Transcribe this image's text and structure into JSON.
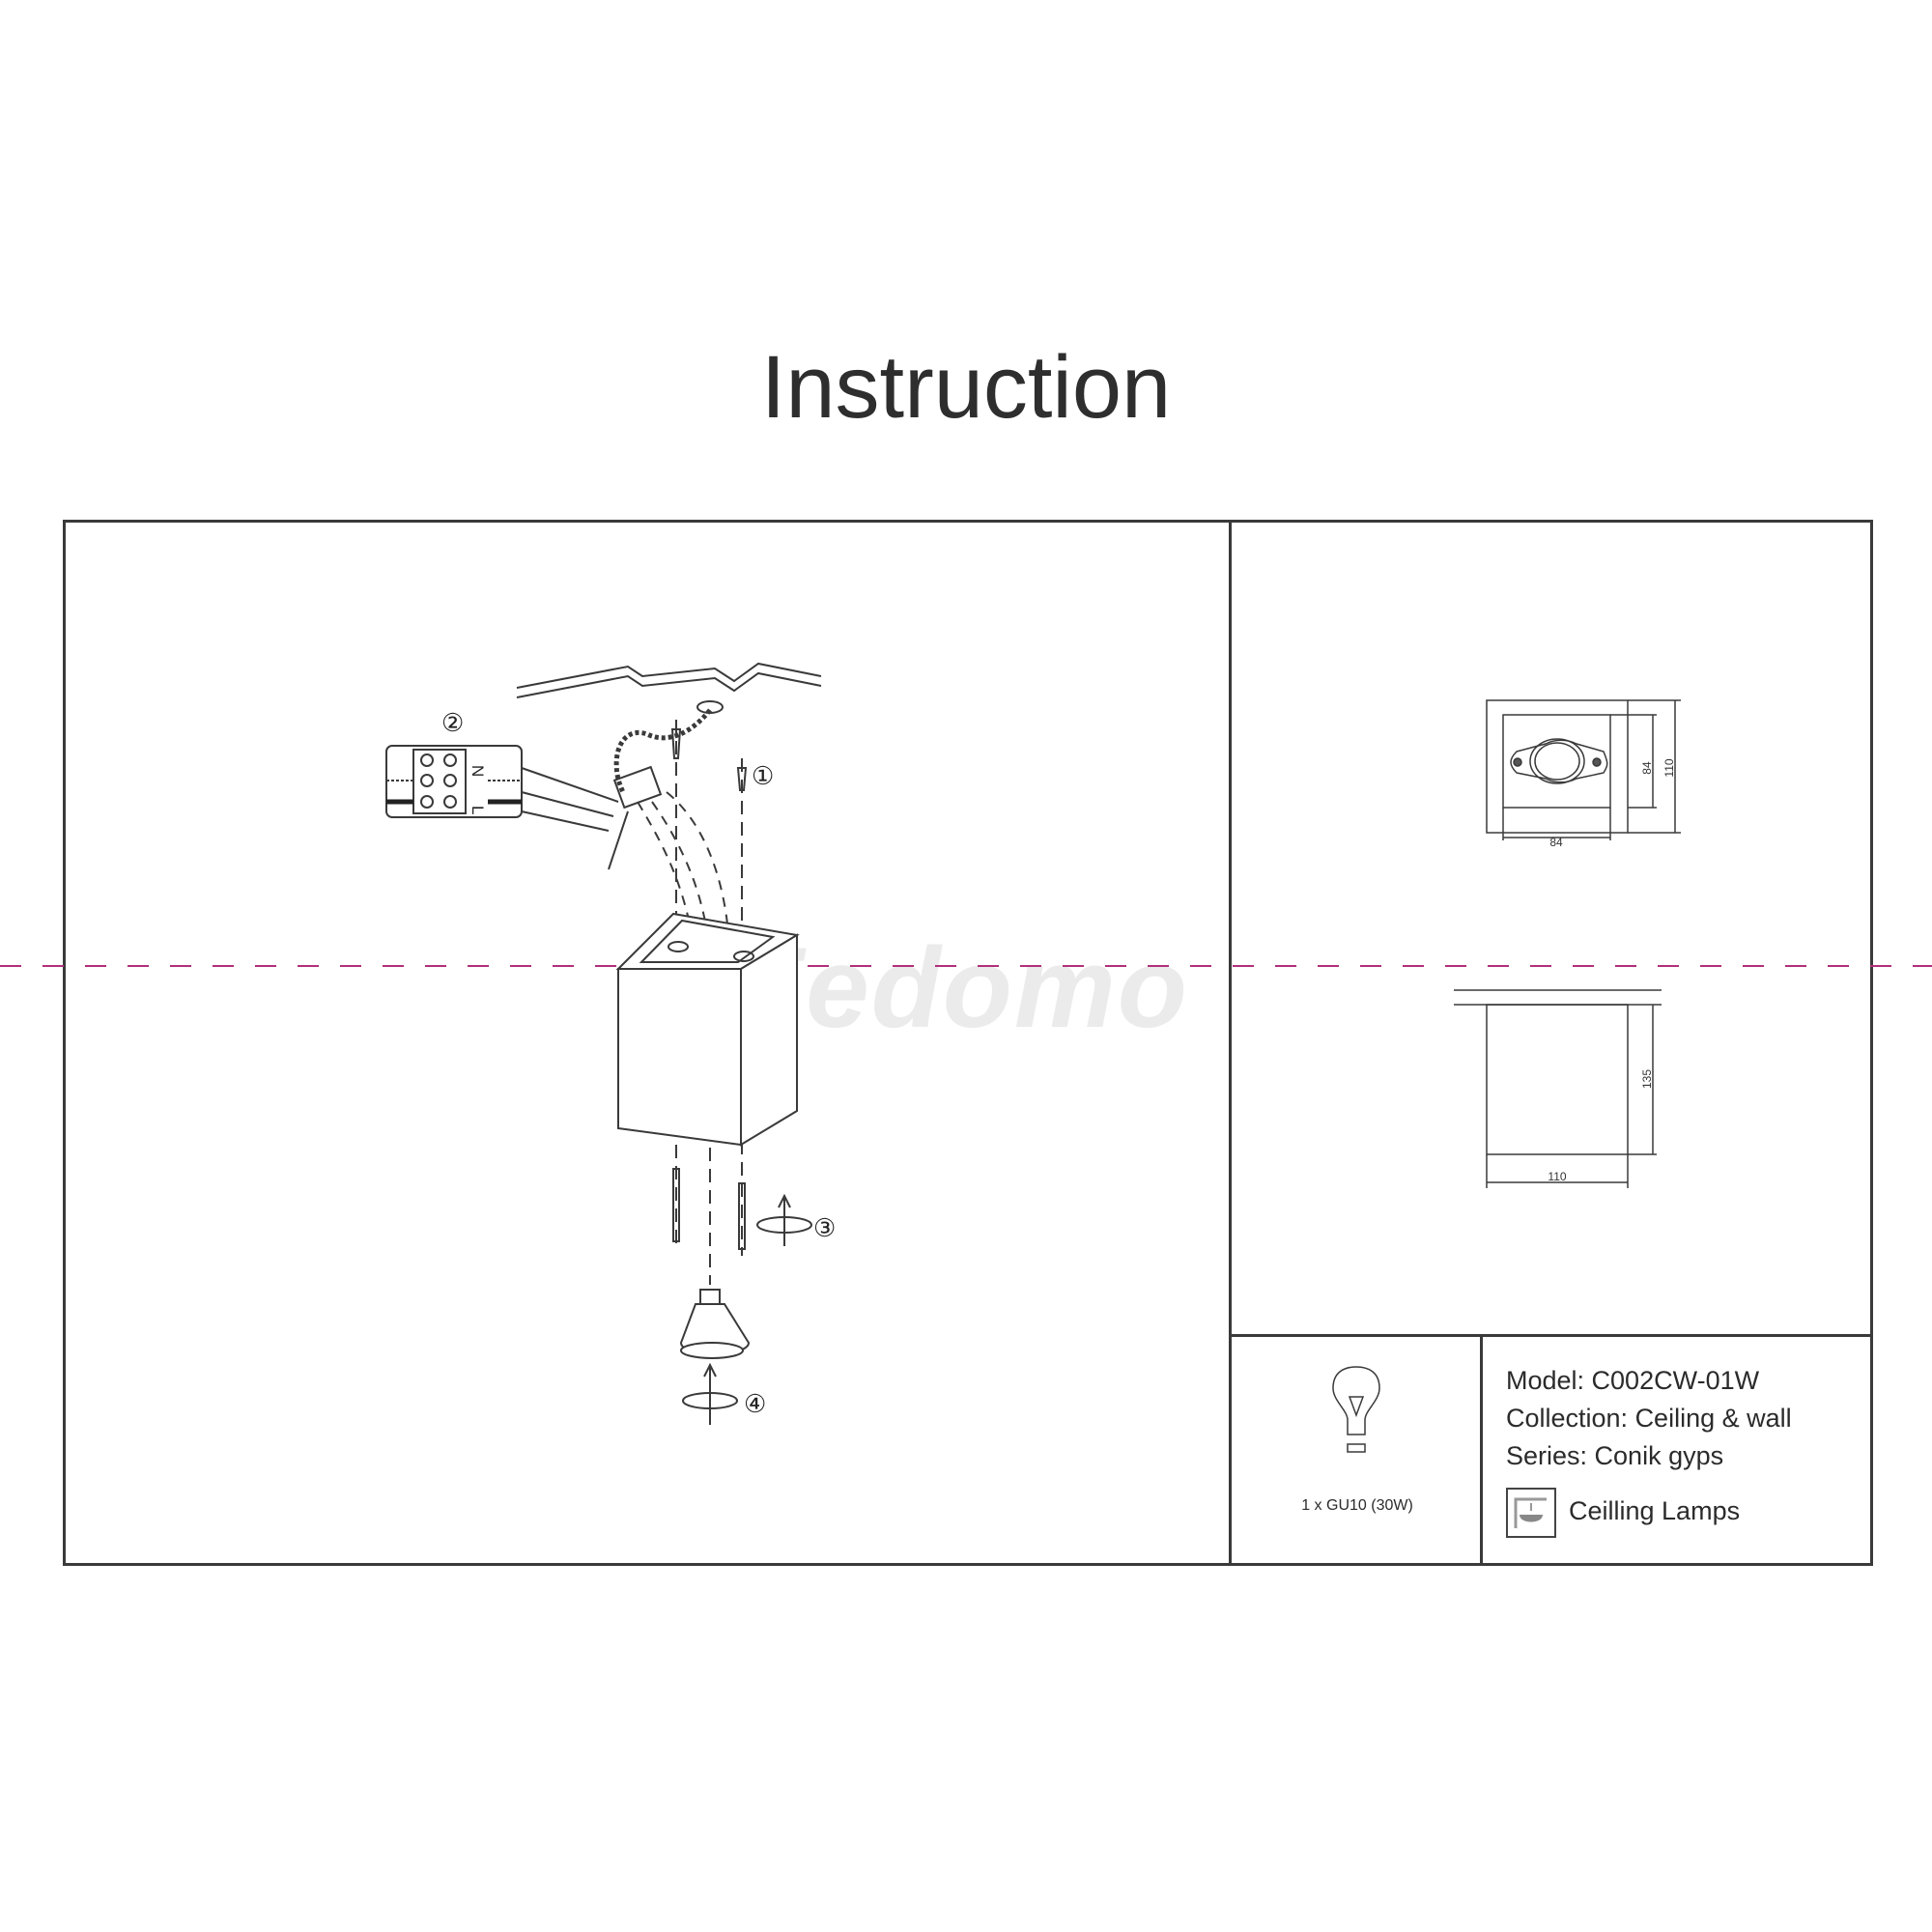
{
  "title": "Instruction",
  "watermark": "Fedomo",
  "assembly": {
    "steps": [
      "①",
      "②",
      "③",
      "④"
    ],
    "terminal_labels": [
      "N",
      "L"
    ]
  },
  "dimensions": {
    "top_view": {
      "width": "84",
      "inner_height": "84",
      "outer_height": "110"
    },
    "side_view": {
      "height": "135",
      "width": "110"
    }
  },
  "bulb": {
    "icon": "light-bulb-icon",
    "label": "1 x GU10 (30W)"
  },
  "product": {
    "model": "Model: C002CW-01W",
    "collection": "Collection: Ceiling & wall",
    "series": "Series: Conik gyps",
    "category": "Ceilling Lamps",
    "category_icon": "ceiling-lamp-icon"
  },
  "colors": {
    "guide_line": "#b0307a",
    "lines": "#3a3a3a"
  }
}
